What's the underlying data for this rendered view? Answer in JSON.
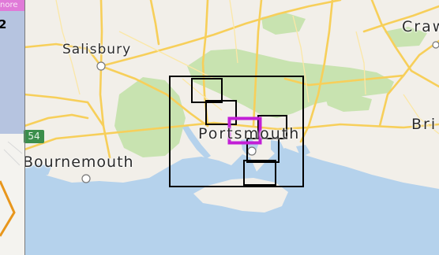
{
  "side_panel": {
    "tag_text": "nore",
    "index_number": "2",
    "road_badge": "54"
  },
  "places": {
    "salisbury": "Salisbury",
    "bournemouth": "Bournemouth",
    "portsmouth": "Portsmouth",
    "crawley_partial": "Craw",
    "brighton_partial": "Bri"
  },
  "colors": {
    "land": "#f2efe9",
    "water": "#b5d2ec",
    "forest": "#c8e3b0",
    "roads": "#f7cf5a",
    "boxes": "#000000",
    "highlight_box": "#c21fd6"
  }
}
